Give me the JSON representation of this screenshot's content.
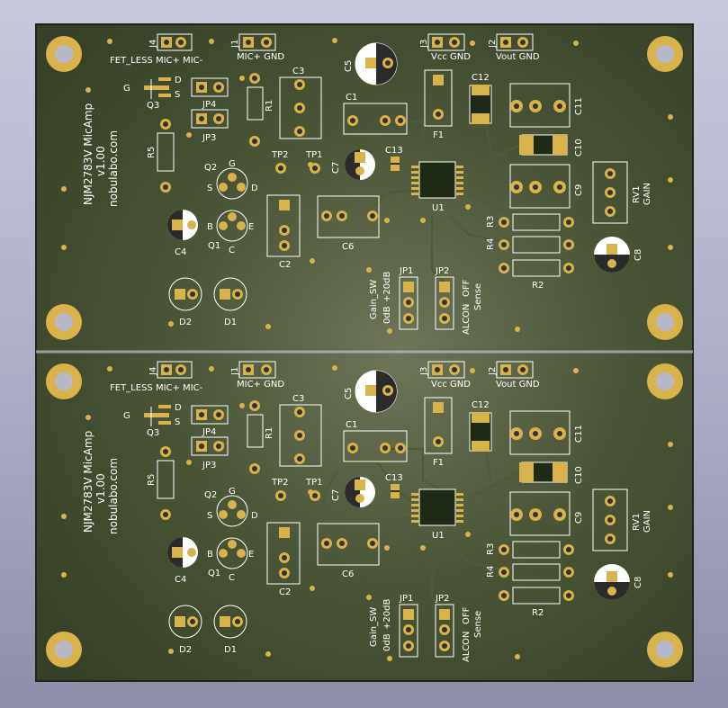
{
  "colors": {
    "board": "#3f4a2f",
    "board_edge": "#1e2418",
    "copper_trace": "#4a5a34",
    "pad_gold": "#d8b24a",
    "silk": "#ffffff"
  },
  "pcb": {
    "panels": [
      {
        "labels": {
          "title": "NJM2783V MicAmp",
          "version": "v1.00",
          "site": "nobulabo.com",
          "j4": "J4",
          "j4_pins": "FET_LESS MIC+ MIC-",
          "j1": "J1",
          "j1_pins": "MIC+ GND",
          "j3": "J3",
          "j3_pins": "Vcc GND",
          "j2": "J2",
          "j2_pins": "Vout GND",
          "g": "G",
          "d": "D",
          "s": "S",
          "q3": "Q3",
          "jp4": "JP4",
          "jp3": "JP3",
          "r1": "R1",
          "c3": "C3",
          "c5": "C5",
          "c1": "C1",
          "f1": "F1",
          "c12": "C12",
          "c11": "C11",
          "c10": "C10",
          "c9": "C9",
          "rv1": "RV1",
          "gain": "GAIN",
          "r5": "R5",
          "q2": "Q2",
          "q2_g": "G",
          "q2_s": "S",
          "q2_d": "D",
          "tp2": "TP2",
          "tp1": "TP1",
          "c7": "C7",
          "c13": "C13",
          "u1": "U1",
          "c4": "C4",
          "q1": "Q1",
          "q1_b": "B",
          "q1_e": "E",
          "q1_c": "C",
          "c2": "C2",
          "c6": "C6",
          "r3": "R3",
          "r4": "R4",
          "r2": "R2",
          "c8": "C8",
          "jp1": "JP1",
          "jp2": "JP2",
          "gain_sw": "Gain_SW",
          "odb": "0dB",
          "plus20db": "+20dB",
          "alc": "ALC",
          "on": "ON",
          "off": "OFF",
          "sense": "Sense",
          "d2": "D2",
          "d1": "D1"
        }
      },
      {
        "labels": {
          "title": "NJM2783V MicAmp",
          "version": "v1.00",
          "site": "nobulabo.com",
          "j4": "J4",
          "j4_pins": "FET_LESS MIC+ MIC-",
          "j1": "J1",
          "j1_pins": "MIC+ GND",
          "j3": "J3",
          "j3_pins": "Vcc GND",
          "j2": "J2",
          "j2_pins": "Vout GND",
          "g": "G",
          "d": "D",
          "s": "S",
          "q3": "Q3",
          "jp4": "JP4",
          "jp3": "JP3",
          "r1": "R1",
          "c3": "C3",
          "c5": "C5",
          "c1": "C1",
          "f1": "F1",
          "c12": "C12",
          "c11": "C11",
          "c10": "C10",
          "c9": "C9",
          "rv1": "RV1",
          "gain": "GAIN",
          "r5": "R5",
          "q2": "Q2",
          "q2_g": "G",
          "q2_s": "S",
          "q2_d": "D",
          "tp2": "TP2",
          "tp1": "TP1",
          "c7": "C7",
          "c13": "C13",
          "u1": "U1",
          "c4": "C4",
          "q1": "Q1",
          "q1_b": "B",
          "q1_e": "E",
          "q1_c": "C",
          "c2": "C2",
          "c6": "C6",
          "r3": "R3",
          "r4": "R4",
          "r2": "R2",
          "c8": "C8",
          "jp1": "JP1",
          "jp2": "JP2",
          "gain_sw": "Gain_SW",
          "odb": "0dB",
          "plus20db": "+20dB",
          "alc": "ALC",
          "on": "ON",
          "off": "OFF",
          "sense": "Sense",
          "d2": "D2",
          "d1": "D1"
        }
      }
    ]
  }
}
